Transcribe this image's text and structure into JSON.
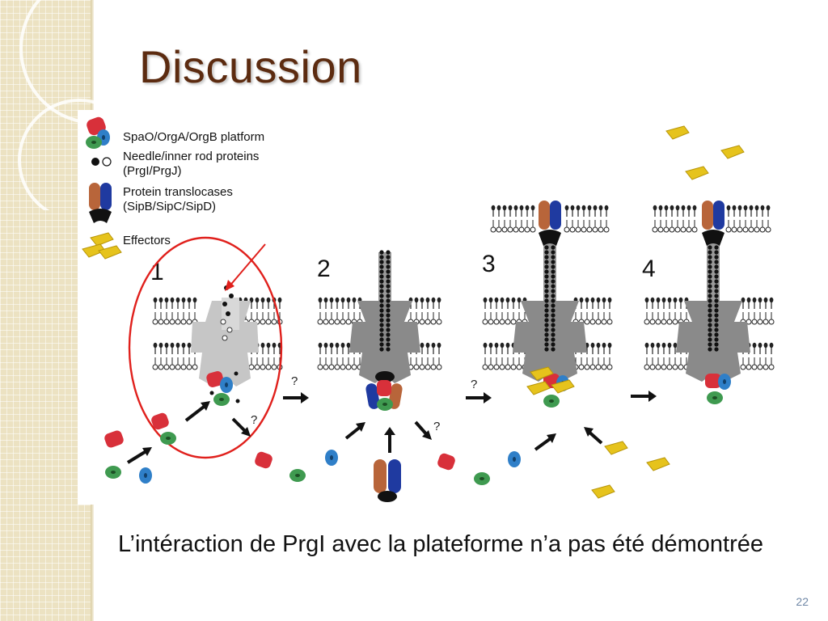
{
  "slide": {
    "title": "Discussion",
    "caption": "L’intéraction de PrgI avec la plateforme n’a pas été démontrée",
    "page_number": "22"
  },
  "figure": {
    "legend": {
      "platform_label": "SpaO/OrgA/OrgB platform",
      "needle_label_line1": "Needle/inner rod proteins",
      "needle_label_line2": "(PrgI/PrgJ)",
      "translocase_label_line1": "Protein translocases",
      "translocase_label_line2": "(SipB/SipC/SipD)",
      "effectors_label": "Effectors"
    },
    "steps": [
      "1",
      "2",
      "3",
      "4"
    ],
    "question_mark": "?"
  },
  "colors": {
    "title": "#5c2b10",
    "highlight_circle": "#e0201c",
    "platform_red": "#d8303a",
    "platform_blue": "#2f7fc8",
    "platform_green": "#3f9a50",
    "translocase_brown": "#b8653a",
    "translocase_navy": "#1f3aa0",
    "effector_yellow": "#e6c31c",
    "apparatus_gray": "#8a8a8a"
  }
}
